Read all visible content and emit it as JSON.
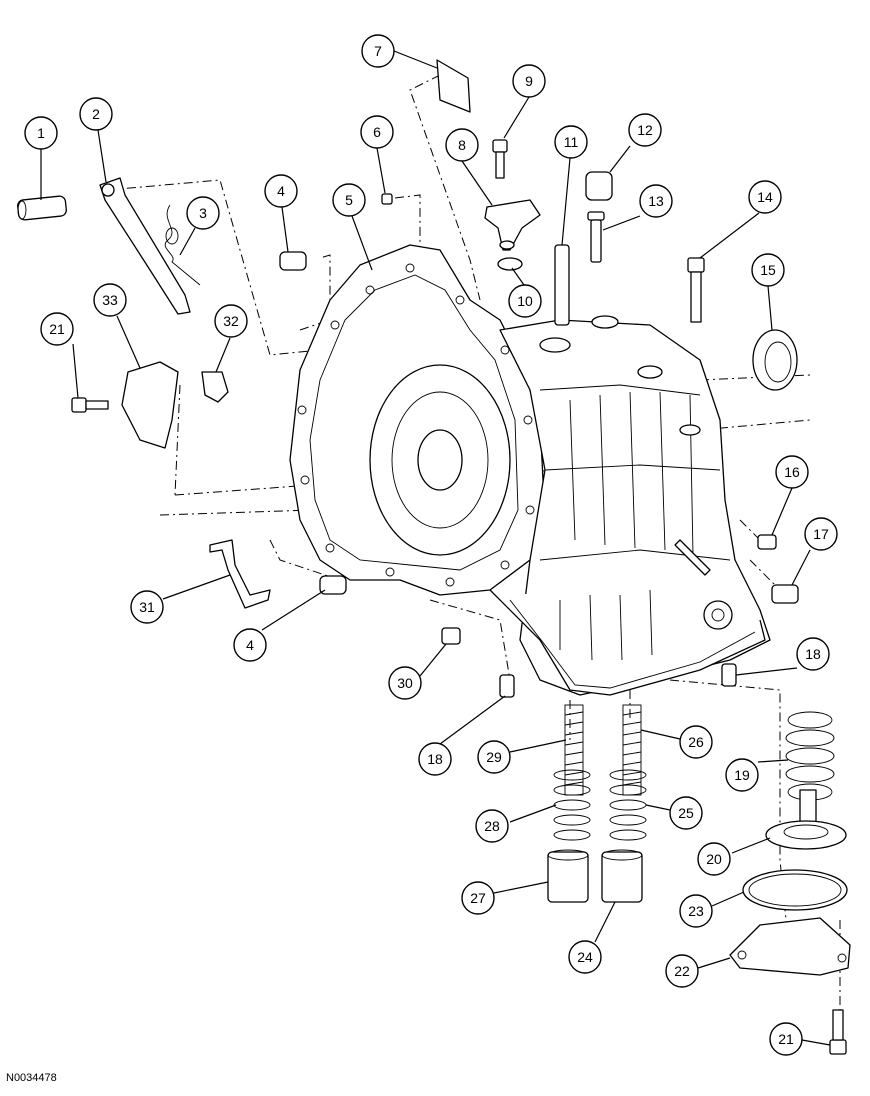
{
  "figure_id": "N0034478",
  "callouts": [
    {
      "label": "1"
    },
    {
      "label": "2"
    },
    {
      "label": "3"
    },
    {
      "label": "4"
    },
    {
      "label": "5"
    },
    {
      "label": "6"
    },
    {
      "label": "7"
    },
    {
      "label": "8"
    },
    {
      "label": "9"
    },
    {
      "label": "10"
    },
    {
      "label": "11"
    },
    {
      "label": "12"
    },
    {
      "label": "13"
    },
    {
      "label": "14"
    },
    {
      "label": "15"
    },
    {
      "label": "16"
    },
    {
      "label": "17"
    },
    {
      "label": "18"
    },
    {
      "label": "21"
    },
    {
      "label": "33"
    },
    {
      "label": "32"
    },
    {
      "label": "31"
    },
    {
      "label": "4"
    },
    {
      "label": "30"
    },
    {
      "label": "18"
    },
    {
      "label": "29"
    },
    {
      "label": "26"
    },
    {
      "label": "19"
    },
    {
      "label": "28"
    },
    {
      "label": "25"
    },
    {
      "label": "20"
    },
    {
      "label": "27"
    },
    {
      "label": "23"
    },
    {
      "label": "24"
    },
    {
      "label": "22"
    },
    {
      "label": "21"
    }
  ]
}
